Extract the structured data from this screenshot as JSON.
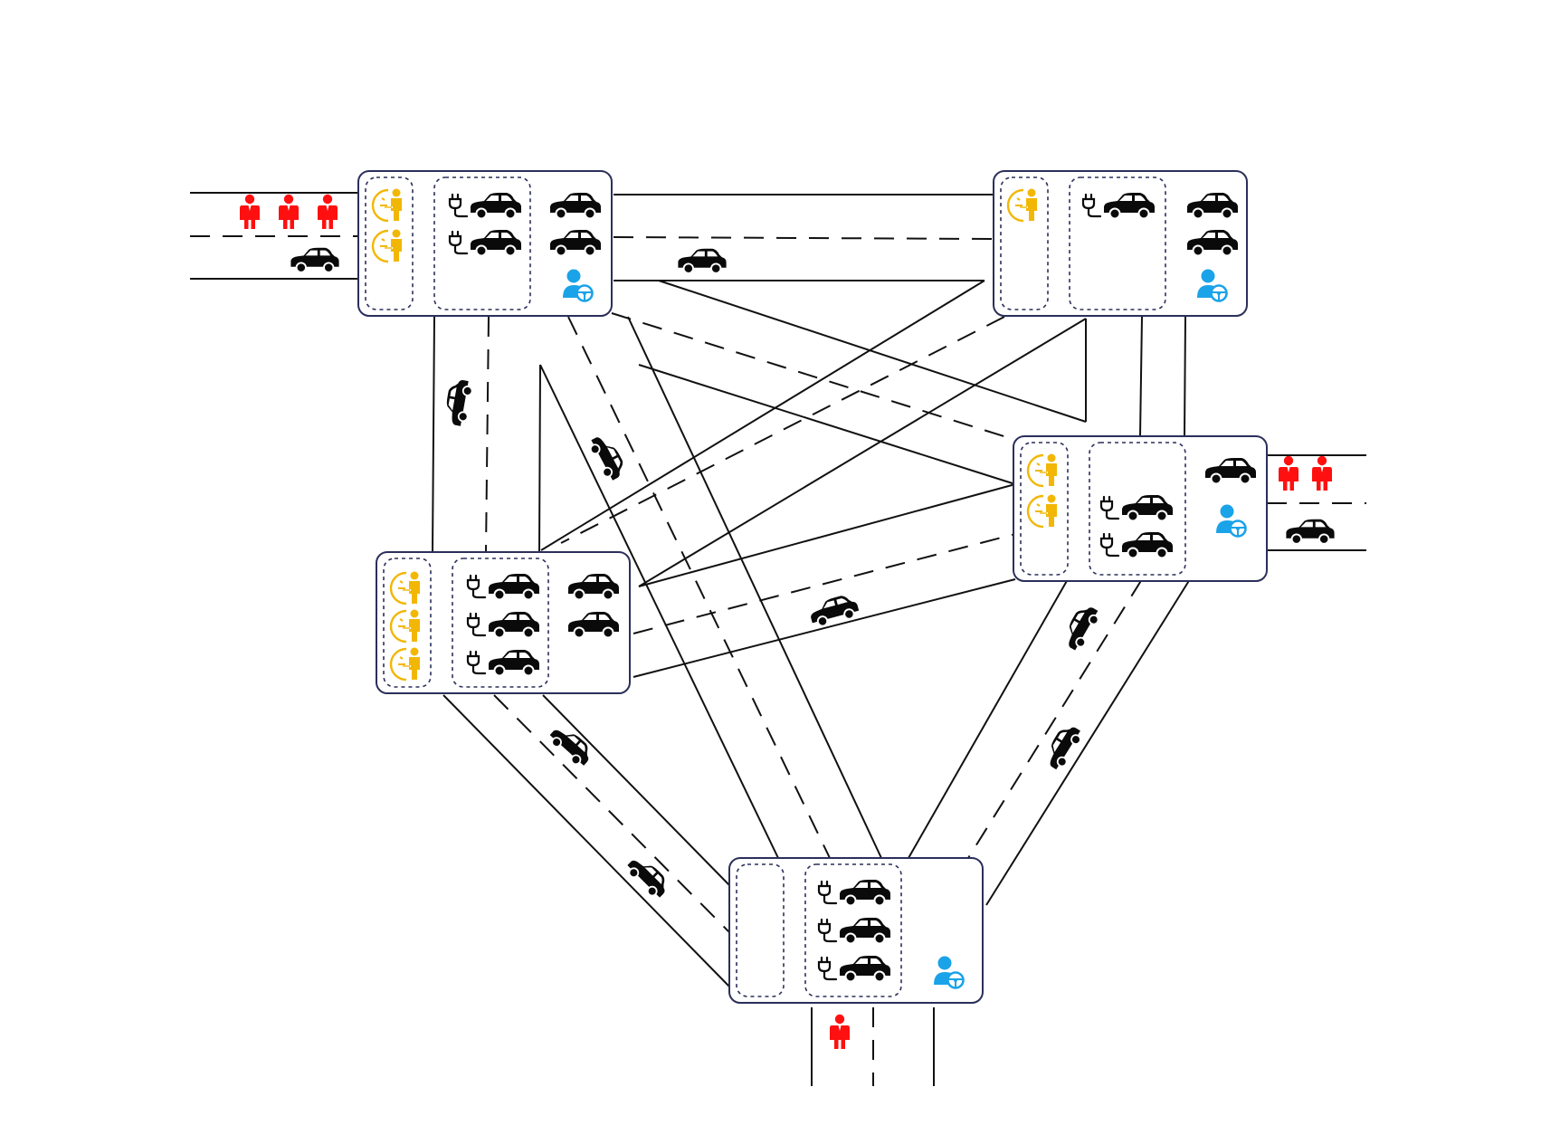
{
  "diagram": {
    "colors": {
      "road_line": "#111111",
      "station_border": "#2b2f5a",
      "zone_border": "#2b2f5a",
      "waiting_icon": "#f2b705",
      "passenger": "#ff1010",
      "driver": "#1aa3e8",
      "car": "#0a0a0a"
    },
    "stations": [
      {
        "id": "station-top-left",
        "waiting_slots": 2,
        "charging_cars": 2,
        "idle_cars": 2,
        "has_driver": true
      },
      {
        "id": "station-top-right",
        "waiting_slots": 1,
        "charging_cars": 1,
        "idle_cars": 2,
        "has_driver": true
      },
      {
        "id": "station-middle-right",
        "waiting_slots": 2,
        "charging_cars": 2,
        "idle_cars": 1,
        "has_driver": true
      },
      {
        "id": "station-middle-left",
        "waiting_slots": 3,
        "charging_cars": 3,
        "idle_cars": 2,
        "has_driver": false
      },
      {
        "id": "station-bottom",
        "waiting_slots": 0,
        "charging_cars": 3,
        "idle_cars": 0,
        "has_driver": true
      }
    ],
    "external_roads": [
      {
        "id": "road-west",
        "passengers_waiting": 3,
        "cars": 1
      },
      {
        "id": "road-east",
        "passengers_waiting": 2,
        "cars": 1
      },
      {
        "id": "road-south",
        "passengers_waiting": 1,
        "cars": 0
      }
    ],
    "icons": [
      "person-icon",
      "waiting-clock-icon",
      "charging-plug-icon",
      "car-icon",
      "driver-steering-wheel-icon"
    ]
  }
}
